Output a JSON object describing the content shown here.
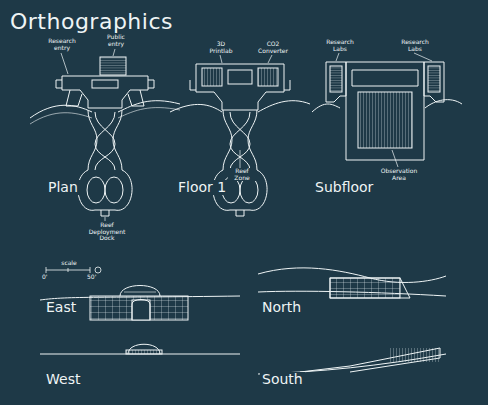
{
  "diagram": {
    "title": "Orthographics",
    "labels": [
      "Research entry",
      "Public entry",
      "3D Printlab",
      "CO2 Converter",
      "Research Labs",
      "Research Labs",
      "Plan",
      "Floor 1",
      "Subfloor",
      "Reef Zone",
      "Reef Deployment Dock",
      "Observation Area",
      "scale",
      "0'",
      "50'",
      "East",
      "North",
      "West",
      "South"
    ]
  }
}
